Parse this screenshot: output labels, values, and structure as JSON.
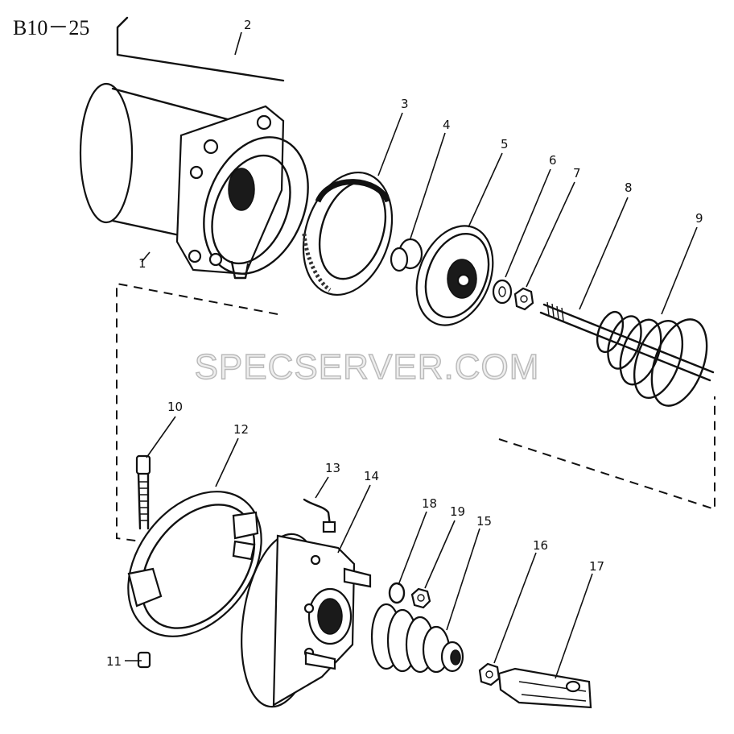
{
  "page_label": "B10－25",
  "watermark": "SPECSERVER.COM",
  "callouts": [
    "1",
    "2",
    "3",
    "4",
    "5",
    "6",
    "7",
    "8",
    "9",
    "10",
    "11",
    "12",
    "13",
    "14",
    "15",
    "16",
    "17",
    "18",
    "19"
  ]
}
